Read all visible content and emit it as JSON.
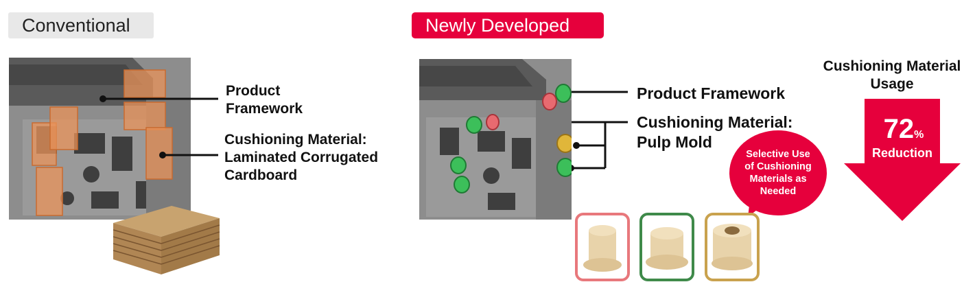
{
  "conventional": {
    "tag": "Conventional",
    "label_framework": [
      "Product",
      "Framework"
    ],
    "label_cushion": [
      "Cushioning Material:",
      "Laminated Corrugated",
      "Cardboard"
    ]
  },
  "newly": {
    "tag": "Newly Developed",
    "label_framework": "Product Framework",
    "label_cushion": [
      "Cushioning Material:",
      "Pulp Mold"
    ],
    "bubble": [
      "Selective Use",
      "of Cushioning",
      "Materials as",
      "Needed"
    ],
    "box_colors": [
      "#e8787c",
      "#3f8a4a",
      "#c9a24e"
    ]
  },
  "usage": {
    "title": [
      "Cushioning Material",
      "Usage"
    ],
    "value": "72",
    "unit": "%",
    "caption": "Reduction",
    "accent": "#e6003c"
  }
}
